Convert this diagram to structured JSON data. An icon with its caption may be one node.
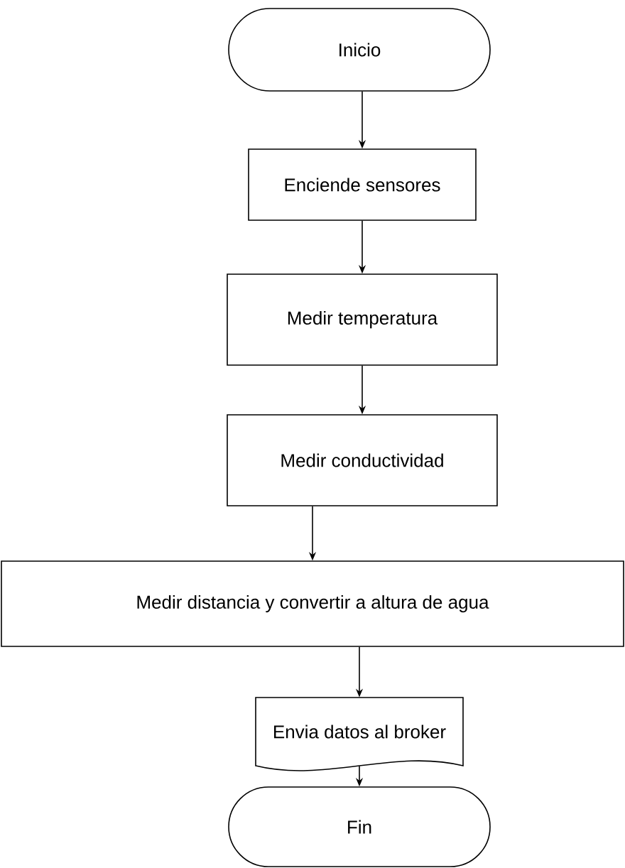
{
  "diagram": {
    "nodes": [
      {
        "text": [
          "Inicio"
        ]
      },
      {
        "text": [
          "Enciende sensores"
        ]
      },
      {
        "text": [
          "Medir temperatura"
        ]
      },
      {
        "text": [
          "Medir conductividad"
        ]
      },
      {
        "text": [
          "Medir distancia y convertir a altura de agua"
        ]
      },
      {
        "text": [
          "Envia datos al broker"
        ]
      },
      {
        "text": [
          "Fin"
        ]
      }
    ],
    "edges": [
      {
        "from": 0,
        "to": 1,
        "arrow": "to"
      },
      {
        "from": 1,
        "to": 2,
        "arrow": "to"
      },
      {
        "from": 2,
        "to": 3,
        "arrow": "to"
      },
      {
        "from": 3,
        "to": 4,
        "arrow": "to"
      },
      {
        "from": 4,
        "to": 5,
        "arrow": "to"
      },
      {
        "from": 5,
        "to": 6,
        "arrow": "to"
      }
    ]
  }
}
